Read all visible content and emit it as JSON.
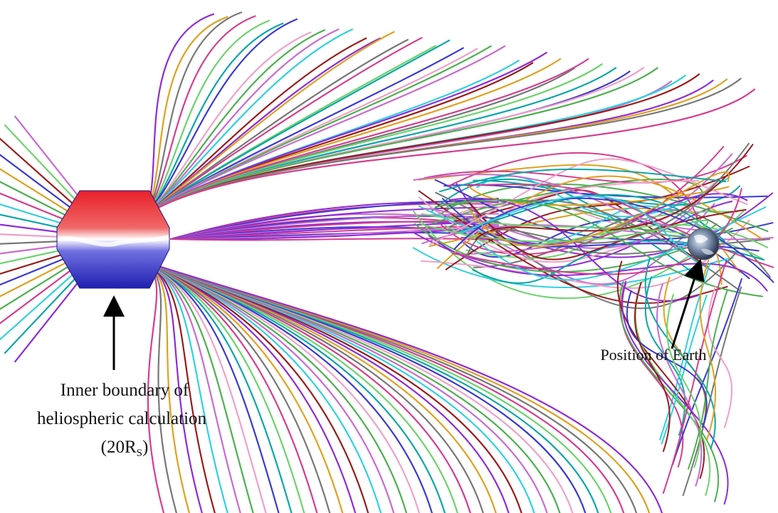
{
  "labels": {
    "inner_line1": "Inner boundary of",
    "inner_line2": "heliospheric calculation",
    "inner_line3_main": "(20R",
    "inner_line3_sub": "S",
    "inner_line3_end": ")",
    "earth": "Position of Earth"
  },
  "colors": {
    "arrow": "#000000",
    "boundary_top": "#e8202a",
    "boundary_mid": "#ffffff",
    "boundary_bottom": "#1f1fb0",
    "field_lines": [
      "#8e2bd6",
      "#0aa5a8",
      "#2fd0e0",
      "#d43d8f",
      "#4caf50",
      "#e0a020",
      "#3a3ad0",
      "#9a1a1a",
      "#6bd36b",
      "#c86ad0",
      "#777777",
      "#f0a0c8"
    ]
  },
  "icons": {
    "boundary": "red-white-blue-sphere",
    "earth": "earth-globe-icon"
  }
}
